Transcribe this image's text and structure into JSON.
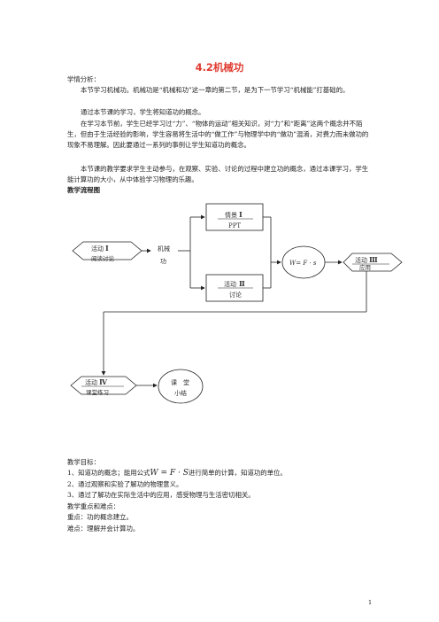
{
  "title": "4.2机械功",
  "section_analysis_heading": "学情分析：",
  "paragraphs": [
    "本节学习机械功。机械功是“机械和功”这一章的第二节，是为下一节学习“机械能”打基础的。",
    "通过本节课的学习，学生将知道功的概念。",
    "在学习本节前，学生已经学习过“力”、“物体的运动”相关知识，对“力”和“距离”这两个概念并不陌生，但由于生活经验的影响，学生容易将生活中的“做工作”与物理学中的“做功”混淆，对费力而未做功的现象不易理解。因此要通过一系列的事例让学生知道功的概念。",
    "本节课的教学要求学生主动参与，在观察、实验、讨论的过程中建立功的概念，通过本课学习，学生能计算功的大小，从中体验学习物理的乐趣。"
  ],
  "flow_heading": "教学流程图",
  "flowchart": {
    "activity1": {
      "label": "活动",
      "numeral": "Ⅰ",
      "sub": "阅读讨论"
    },
    "mech_work": {
      "line1": "机械",
      "line2": "功"
    },
    "scene1": {
      "label": "情景",
      "numeral": "Ⅰ",
      "sub": "PPT"
    },
    "activity2": {
      "label": "活动",
      "numeral": "Ⅱ",
      "sub": "讨论"
    },
    "formula": "W= F · s",
    "activity3": {
      "label": "活动",
      "numeral": "Ⅲ",
      "sub": "应用"
    },
    "activity4": {
      "label": "活动",
      "numeral": "Ⅳ",
      "sub": "课堂练习"
    },
    "summary": {
      "line1": "课　堂",
      "line2": "小结"
    }
  },
  "goals_heading": "教学目标：",
  "goals": [
    "1、知道功的概念；能用公式",
    "进行简单的计算，知道功的单位。",
    "2、通过观察和实验了解功的物理意义。",
    "3、通过了解功在实际生活中的应用，感受物理与生活密切相关。"
  ],
  "goal_formula": "W = F · S",
  "key_heading": "教学重点和难点：",
  "key_point": "重点：功的概念建立。",
  "difficulty": "难点：理解并会计算功。",
  "page_number": "1"
}
